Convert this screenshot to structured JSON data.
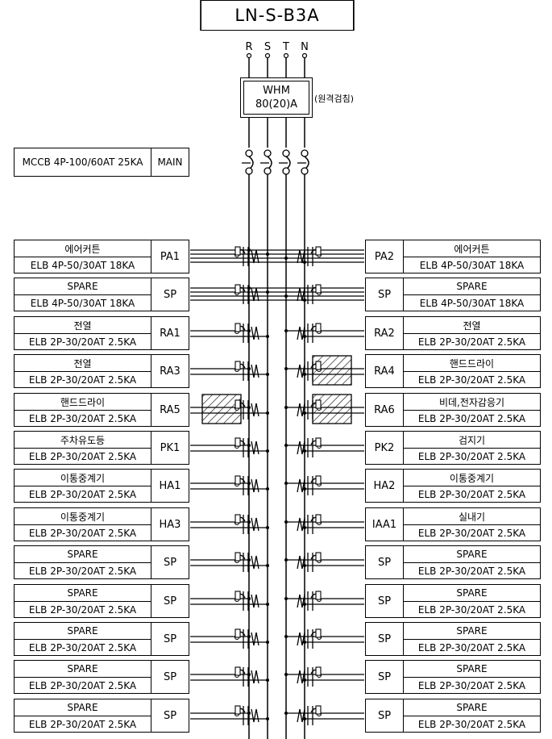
{
  "panel_name": "LN-S-B3A",
  "phases": [
    "R",
    "S",
    "T",
    "N"
  ],
  "meter": {
    "label": "WHM",
    "rating": "80(20)A",
    "note": "(원격검침)"
  },
  "main_breaker": {
    "spec": "MCCB 4P-100/60AT 25KA",
    "code": "MAIN"
  },
  "left_circuits": [
    {
      "name": "에어커튼",
      "spec": "ELB 4P-50/30AT 18KA",
      "code": "PA1",
      "poles": 4,
      "hatched": false
    },
    {
      "name": "SPARE",
      "spec": "ELB 4P-50/30AT 18KA",
      "code": "SP",
      "poles": 4,
      "hatched": false
    },
    {
      "name": "전열",
      "spec": "ELB 2P-30/20AT 2.5KA",
      "code": "RA1",
      "poles": 2,
      "hatched": false
    },
    {
      "name": "전열",
      "spec": "ELB 2P-30/20AT 2.5KA",
      "code": "RA3",
      "poles": 2,
      "hatched": false
    },
    {
      "name": "핸드드라이",
      "spec": "ELB 2P-30/20AT 2.5KA",
      "code": "RA5",
      "poles": 2,
      "hatched": true
    },
    {
      "name": "주차유도등",
      "spec": "ELB 2P-30/20AT 2.5KA",
      "code": "PK1",
      "poles": 2,
      "hatched": false
    },
    {
      "name": "이통중계기",
      "spec": "ELB 2P-30/20AT 2.5KA",
      "code": "HA1",
      "poles": 2,
      "hatched": false
    },
    {
      "name": "이통중계기",
      "spec": "ELB 2P-30/20AT 2.5KA",
      "code": "HA3",
      "poles": 2,
      "hatched": false
    },
    {
      "name": "SPARE",
      "spec": "ELB 2P-30/20AT 2.5KA",
      "code": "SP",
      "poles": 2,
      "hatched": false
    },
    {
      "name": "SPARE",
      "spec": "ELB 2P-30/20AT 2.5KA",
      "code": "SP",
      "poles": 2,
      "hatched": false
    },
    {
      "name": "SPARE",
      "spec": "ELB 2P-30/20AT 2.5KA",
      "code": "SP",
      "poles": 2,
      "hatched": false
    },
    {
      "name": "SPARE",
      "spec": "ELB 2P-30/20AT 2.5KA",
      "code": "SP",
      "poles": 2,
      "hatched": false
    },
    {
      "name": "SPARE",
      "spec": "ELB 2P-30/20AT 2.5KA",
      "code": "SP",
      "poles": 2,
      "hatched": false
    }
  ],
  "right_circuits": [
    {
      "name": "에어커튼",
      "spec": "ELB 4P-50/30AT 18KA",
      "code": "PA2",
      "poles": 4,
      "hatched": false
    },
    {
      "name": "SPARE",
      "spec": "ELB 4P-50/30AT 18KA",
      "code": "SP",
      "poles": 4,
      "hatched": false
    },
    {
      "name": "전열",
      "spec": "ELB 2P-30/20AT 2.5KA",
      "code": "RA2",
      "poles": 2,
      "hatched": false
    },
    {
      "name": "핸드드라이",
      "spec": "ELB 2P-30/20AT 2.5KA",
      "code": "RA4",
      "poles": 2,
      "hatched": true
    },
    {
      "name": "비데,전자감응기",
      "spec": "ELB 2P-30/20AT 2.5KA",
      "code": "RA6",
      "poles": 2,
      "hatched": true
    },
    {
      "name": "검지기",
      "spec": "ELB 2P-30/20AT 2.5KA",
      "code": "PK2",
      "poles": 2,
      "hatched": false
    },
    {
      "name": "이통중계기",
      "spec": "ELB 2P-30/20AT 2.5KA",
      "code": "HA2",
      "poles": 2,
      "hatched": false
    },
    {
      "name": "실내기",
      "spec": "ELB 2P-30/20AT 2.5KA",
      "code": "IAA1",
      "poles": 2,
      "hatched": false
    },
    {
      "name": "SPARE",
      "spec": "ELB 2P-30/20AT 2.5KA",
      "code": "SP",
      "poles": 2,
      "hatched": false
    },
    {
      "name": "SPARE",
      "spec": "ELB 2P-30/20AT 2.5KA",
      "code": "SP",
      "poles": 2,
      "hatched": false
    },
    {
      "name": "SPARE",
      "spec": "ELB 2P-30/20AT 2.5KA",
      "code": "SP",
      "poles": 2,
      "hatched": false
    },
    {
      "name": "SPARE",
      "spec": "ELB 2P-30/20AT 2.5KA",
      "code": "SP",
      "poles": 2,
      "hatched": false
    },
    {
      "name": "SPARE",
      "spec": "ELB 2P-30/20AT 2.5KA",
      "code": "SP",
      "poles": 2,
      "hatched": false
    }
  ]
}
